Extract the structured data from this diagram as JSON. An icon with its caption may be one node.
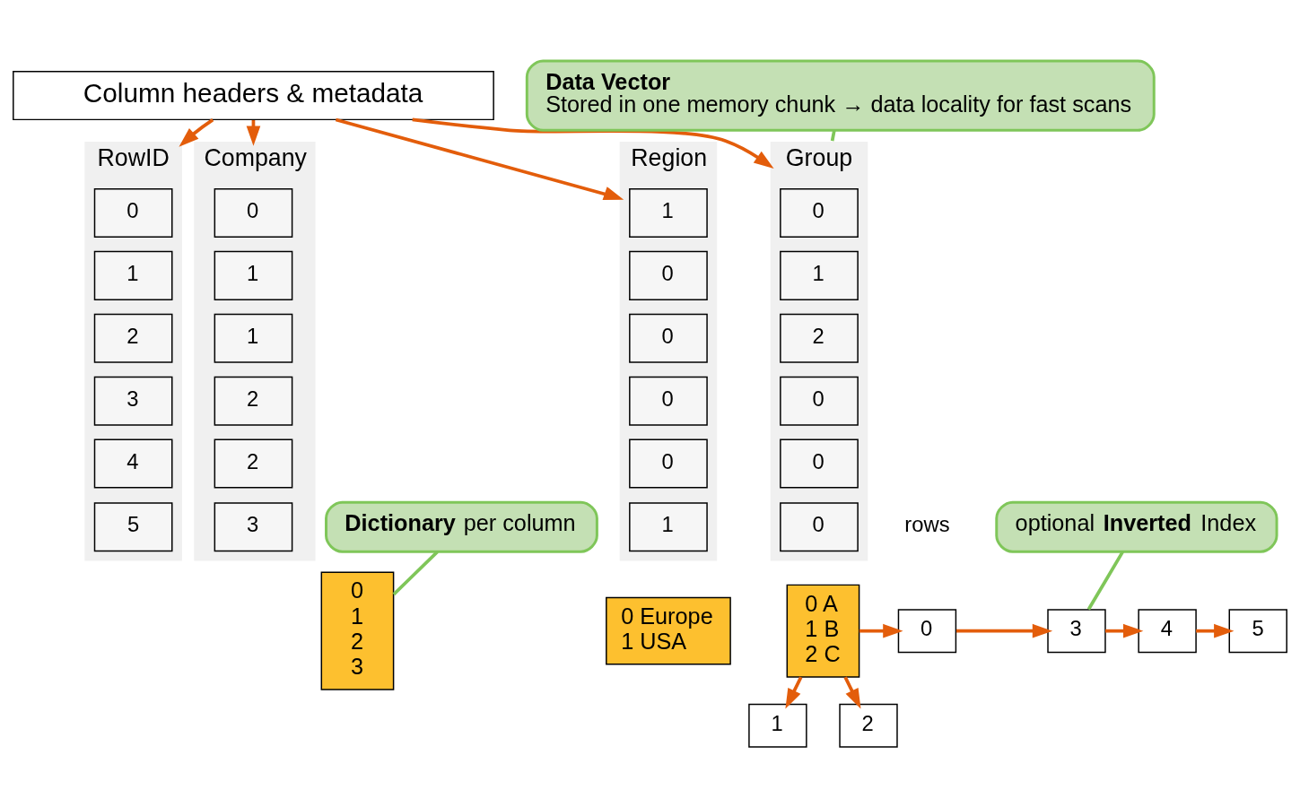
{
  "diagram": {
    "nodes": [
      {
        "text": [
          "Column headers & metadata"
        ]
      },
      {
        "text": [
          "RowID"
        ]
      },
      {
        "text": [
          "0"
        ],
        "in": 1
      },
      {
        "text": [
          "1"
        ],
        "in": 1
      },
      {
        "text": [
          "2"
        ],
        "in": 1
      },
      {
        "text": [
          "3"
        ],
        "in": 1
      },
      {
        "text": [
          "4"
        ],
        "in": 1
      },
      {
        "text": [
          "5"
        ],
        "in": 1
      },
      {
        "text": [
          "Company"
        ]
      },
      {
        "text": [
          "0"
        ],
        "in": 8
      },
      {
        "text": [
          "1"
        ],
        "in": 8
      },
      {
        "text": [
          "1"
        ],
        "in": 8
      },
      {
        "text": [
          "2"
        ],
        "in": 8
      },
      {
        "text": [
          "2"
        ],
        "in": 8
      },
      {
        "text": [
          "3"
        ],
        "in": 8
      },
      {
        "text": [
          "Region"
        ]
      },
      {
        "text": [
          "1"
        ],
        "in": 15
      },
      {
        "text": [
          "0"
        ],
        "in": 15
      },
      {
        "text": [
          "0"
        ],
        "in": 15
      },
      {
        "text": [
          "0"
        ],
        "in": 15
      },
      {
        "text": [
          "0"
        ],
        "in": 15
      },
      {
        "text": [
          "1"
        ],
        "in": 15
      },
      {
        "text": [
          "Group"
        ]
      },
      {
        "text": [
          "0"
        ],
        "in": 22
      },
      {
        "text": [
          "1"
        ],
        "in": 22
      },
      {
        "text": [
          "2"
        ],
        "in": 22
      },
      {
        "text": [
          "0"
        ],
        "in": 22
      },
      {
        "text": [
          "0"
        ],
        "in": 22
      },
      {
        "text": [
          "0"
        ],
        "in": 22
      },
      {
        "text": [
          "Data Vector",
          "Stored in one memory chunk → data locality for fast scans"
        ]
      },
      {
        "text": [
          "0",
          "1",
          "2",
          "3"
        ]
      },
      {
        "text": [
          "0 Europe",
          "1 USA"
        ]
      },
      {
        "text": [
          "0 A",
          "1 B",
          "2 C"
        ]
      },
      {
        "text": [
          "optional **Inverted** Index"
        ]
      },
      {
        "text": [
          "0"
        ]
      },
      {
        "text": [
          "3"
        ]
      },
      {
        "text": [
          "4"
        ]
      },
      {
        "text": [
          "5"
        ]
      },
      {
        "text": [
          "1"
        ]
      },
      {
        "text": [
          "2"
        ]
      },
      {
        "text": [
          "**Dictionary** per column"
        ]
      }
    ],
    "edges": [
      {
        "from": 0,
        "to": 1,
        "arrow": "to"
      },
      {
        "from": 0,
        "to": 8,
        "arrow": "to"
      },
      {
        "from": 0,
        "to": 15,
        "arrow": "to"
      },
      {
        "from": 0,
        "to": 22,
        "arrow": "to"
      },
      {
        "from": 29,
        "to": 22,
        "arrow": "none",
        "color": "#7fc659"
      },
      {
        "from": 32,
        "to": 34,
        "arrow": "to"
      },
      {
        "from": 32,
        "to": 38,
        "arrow": "to"
      },
      {
        "from": 32,
        "to": 39,
        "arrow": "to"
      },
      {
        "from": 34,
        "to": 35,
        "arrow": "to"
      },
      {
        "from": 35,
        "to": 36,
        "arrow": "to"
      },
      {
        "from": 36,
        "to": 37,
        "arrow": "to"
      },
      {
        "from": 33,
        "to": 35,
        "arrow": "none",
        "color": "#7fc659"
      },
      {
        "from": 40,
        "to": 30,
        "arrow": "none",
        "color": "#7fc659"
      }
    ],
    "labels": [
      "rows"
    ]
  }
}
